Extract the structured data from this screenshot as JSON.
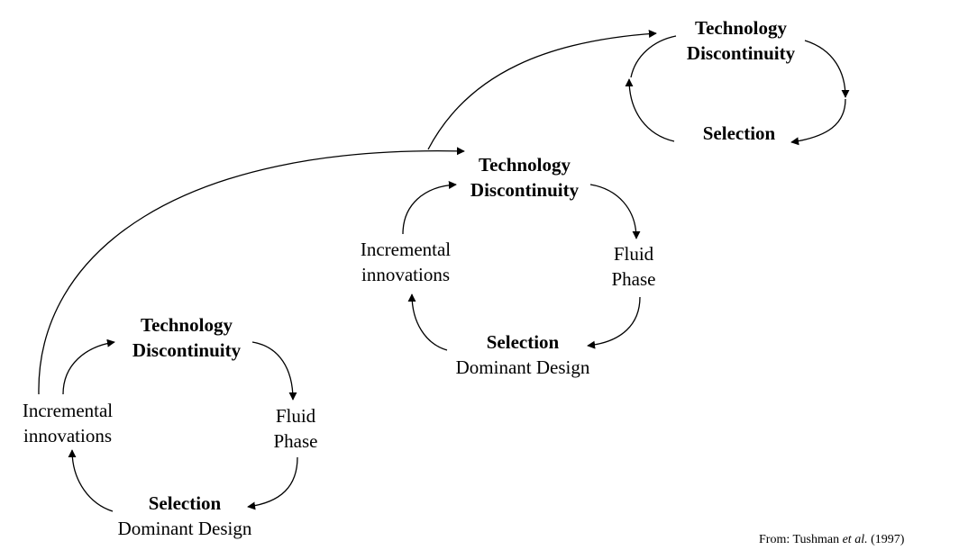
{
  "cycles": [
    {
      "technology_discontinuity": [
        "Technology",
        "Discontinuity"
      ],
      "fluid_phase": [
        "Fluid",
        "Phase"
      ],
      "selection": "Selection",
      "dominant_design": "Dominant Design",
      "incremental_innovations": [
        "Incremental",
        "innovations"
      ]
    },
    {
      "technology_discontinuity": [
        "Technology",
        "Discontinuity"
      ],
      "fluid_phase": [
        "Fluid",
        "Phase"
      ],
      "selection": "Selection",
      "dominant_design": "Dominant Design",
      "incremental_innovations": [
        "Incremental",
        "innovations"
      ]
    },
    {
      "technology_discontinuity": [
        "Technology",
        "Discontinuity"
      ],
      "selection": "Selection"
    }
  ],
  "source": {
    "prefix": "From: Tushman ",
    "etal": "et al.",
    "year": " (1997)"
  }
}
